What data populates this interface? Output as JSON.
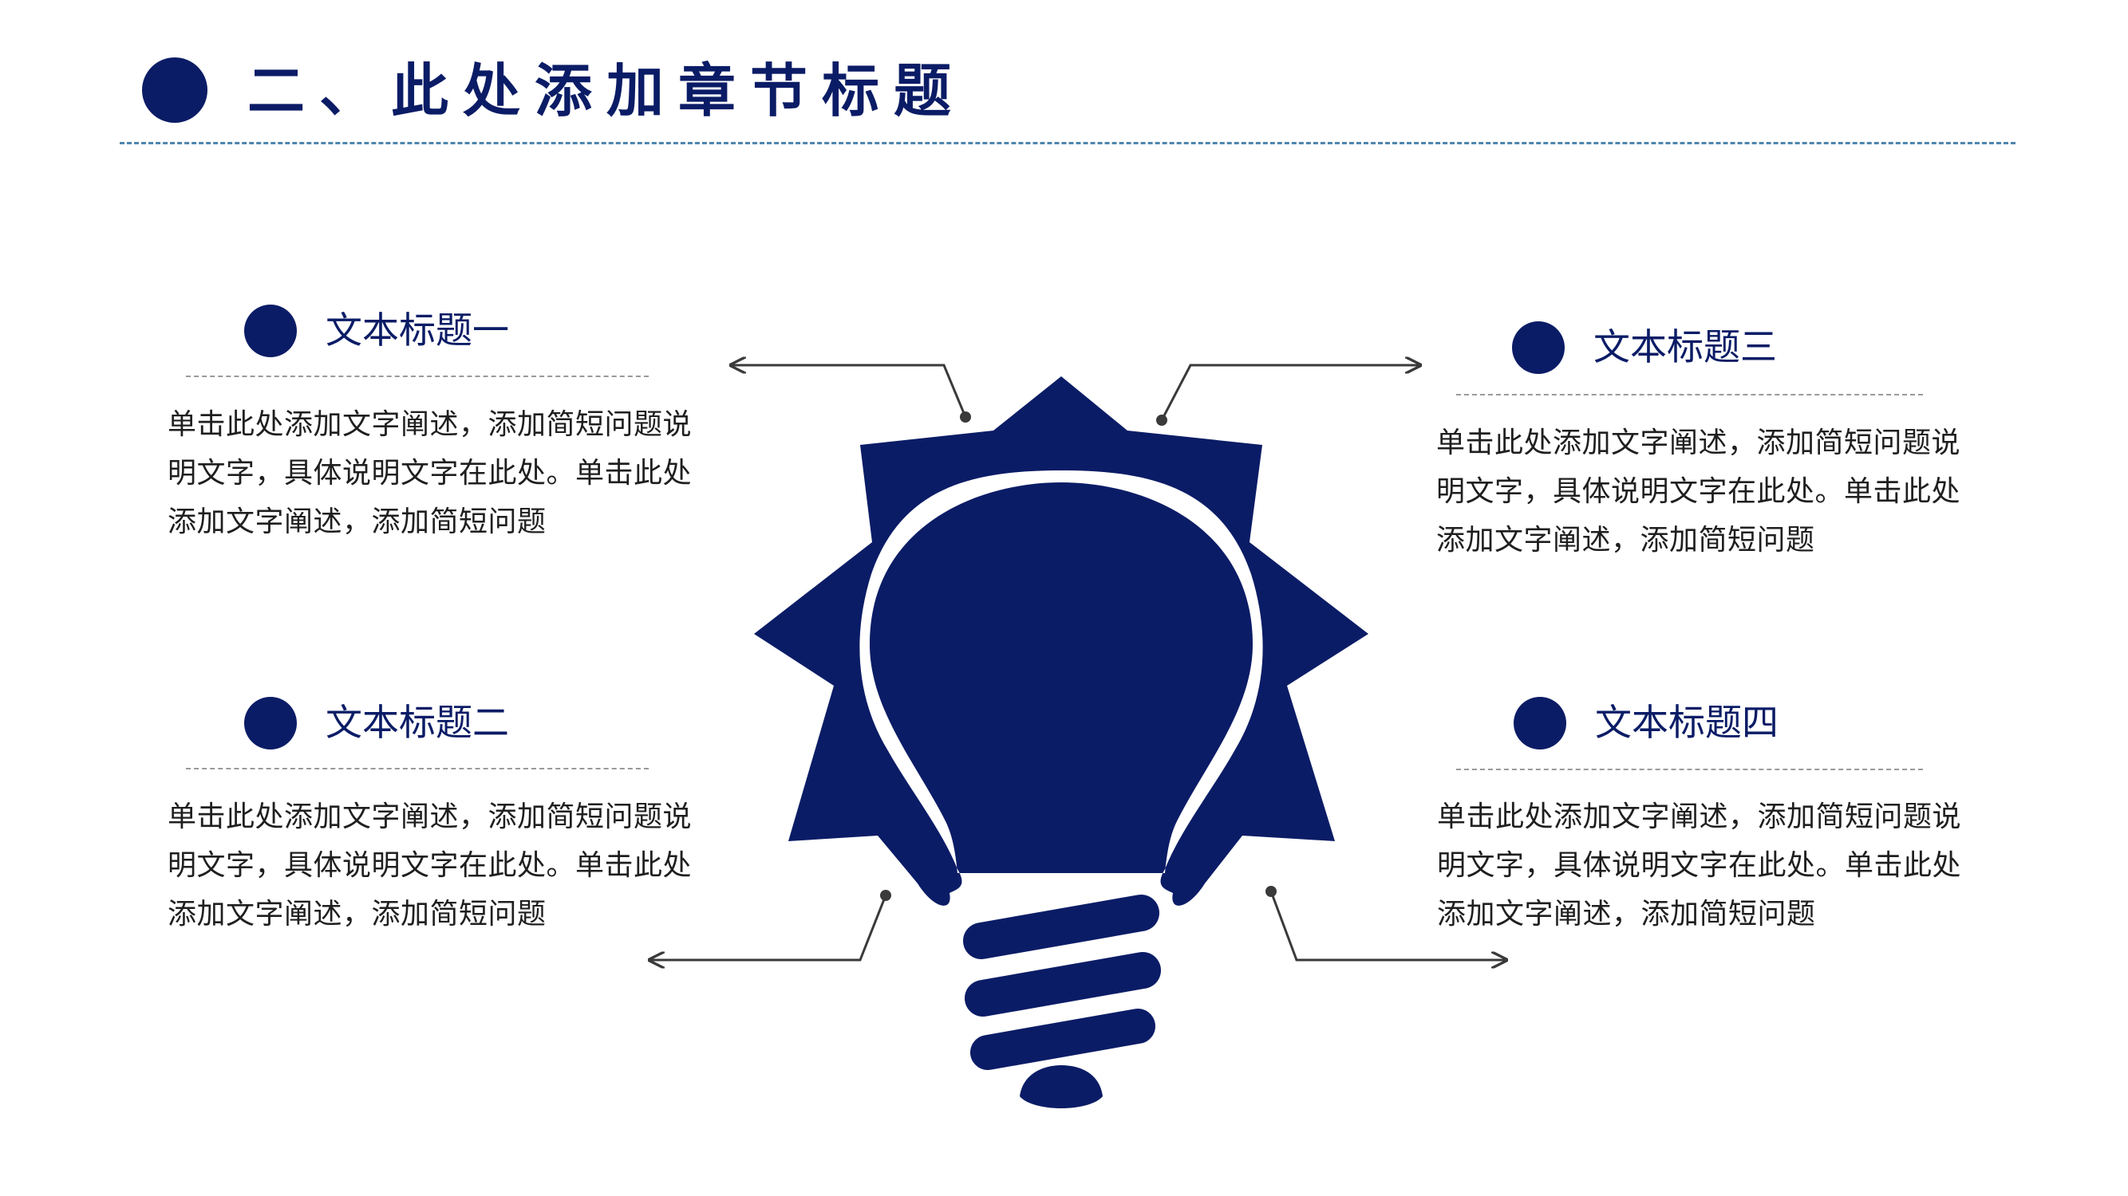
{
  "header": {
    "title": "二、此处添加章节标题"
  },
  "blocks": [
    {
      "title": "文本标题一",
      "body": "单击此处添加文字阐述，添加简短问题说明文字，具体说明文字在此处。单击此处添加文字阐述，添加简短问题"
    },
    {
      "title": "文本标题二",
      "body": "单击此处添加文字阐述，添加简短问题说明文字，具体说明文字在此处。单击此处添加文字阐述，添加简短问题"
    },
    {
      "title": "文本标题三",
      "body": "单击此处添加文字阐述，添加简短问题说明文字，具体说明文字在此处。单击此处添加文字阐述，添加简短问题"
    },
    {
      "title": "文本标题四",
      "body": "单击此处添加文字阐述，添加简短问题说明文字，具体说明文字在此处。单击此处添加文字阐述，添加简短问题"
    }
  ],
  "colors": {
    "primary": "#0b1c66",
    "divider": "#4f86ae",
    "connector": "#3a3a3a"
  },
  "icons": {
    "center": "lightbulb-icon"
  }
}
